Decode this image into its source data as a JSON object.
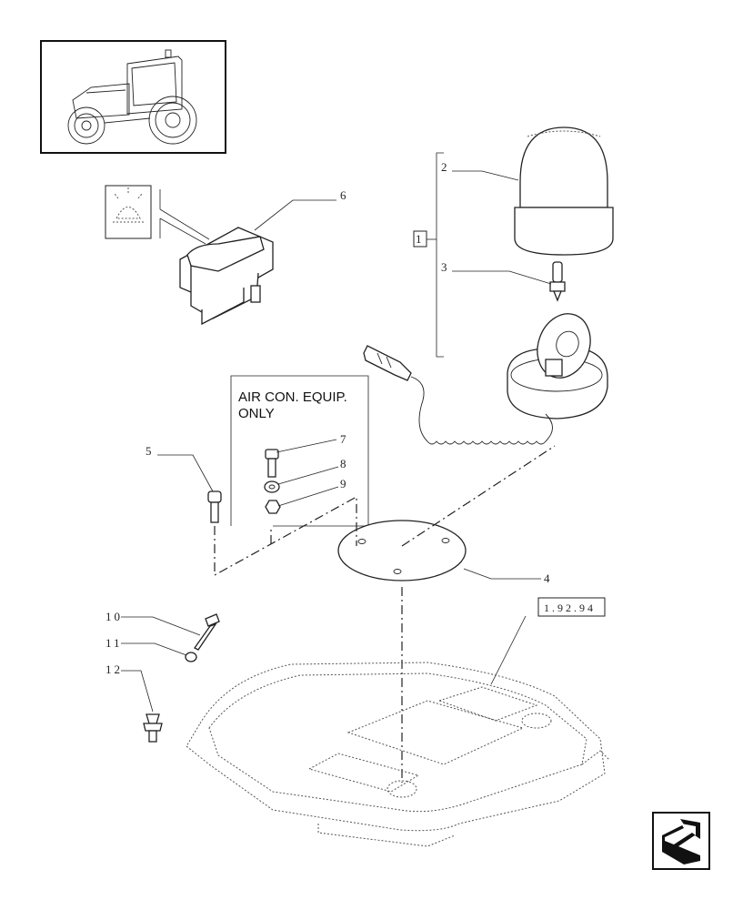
{
  "callouts": {
    "c1": "1",
    "c2": "2",
    "c3": "3",
    "c4": "4",
    "c5": "5",
    "c6": "6",
    "c7": "7",
    "c8": "8",
    "c9": "9",
    "c10": "10",
    "c11": "11",
    "c12": "12"
  },
  "note": {
    "line1": "AIR CON. EQUIP.",
    "line2": "ONLY"
  },
  "reference": "1.92.94",
  "icons": {
    "tractor": "tractor-thumbnail-icon",
    "beacon_symbol": "beacon-light-symbol-icon",
    "navigation": "next-page-arrow-icon"
  }
}
